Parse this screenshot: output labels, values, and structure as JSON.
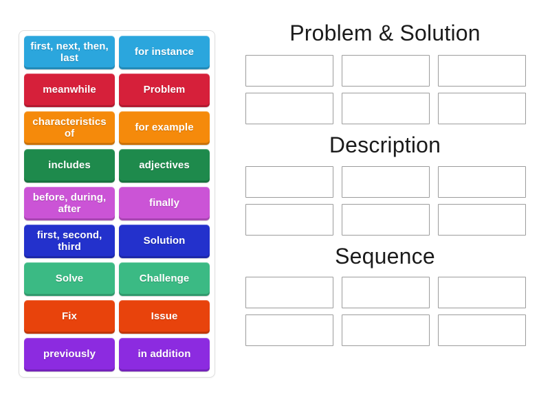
{
  "activity": {
    "type": "group-sort",
    "tile_panel_label": "word tiles"
  },
  "tiles": [
    {
      "label": "first, next, then, last",
      "color": "#2ba6dd",
      "name": "tile-first-next-then-last"
    },
    {
      "label": "for instance",
      "color": "#2ba6dd",
      "name": "tile-for-instance"
    },
    {
      "label": "meanwhile",
      "color": "#d6203a",
      "name": "tile-meanwhile"
    },
    {
      "label": "Problem",
      "color": "#d6203a",
      "name": "tile-problem"
    },
    {
      "label": "characteristics of",
      "color": "#f58a0b",
      "name": "tile-characteristics-of"
    },
    {
      "label": "for example",
      "color": "#f58a0b",
      "name": "tile-for-example"
    },
    {
      "label": "includes",
      "color": "#1e8a4c",
      "name": "tile-includes"
    },
    {
      "label": "adjectives",
      "color": "#1e8a4c",
      "name": "tile-adjectives"
    },
    {
      "label": "before, during, after",
      "color": "#cb54d6",
      "name": "tile-before-during-after"
    },
    {
      "label": "finally",
      "color": "#cb54d6",
      "name": "tile-finally"
    },
    {
      "label": "first, second, third",
      "color": "#2331cc",
      "name": "tile-first-second-third"
    },
    {
      "label": "Solution",
      "color": "#2331cc",
      "name": "tile-solution"
    },
    {
      "label": "Solve",
      "color": "#3bba84",
      "name": "tile-solve"
    },
    {
      "label": "Challenge",
      "color": "#3bba84",
      "name": "tile-challenge"
    },
    {
      "label": "Fix",
      "color": "#e8430c",
      "name": "tile-fix"
    },
    {
      "label": "Issue",
      "color": "#e8430c",
      "name": "tile-issue"
    },
    {
      "label": "previously",
      "color": "#8c2be0",
      "name": "tile-previously"
    },
    {
      "label": "in addition",
      "color": "#8c2be0",
      "name": "tile-in-addition"
    }
  ],
  "categories": [
    {
      "title": "Problem & Solution",
      "slots": 6,
      "name": "category-problem-and-solution"
    },
    {
      "title": "Description",
      "slots": 6,
      "name": "category-description"
    },
    {
      "title": "Sequence",
      "slots": 6,
      "name": "category-sequence"
    }
  ],
  "colors": {
    "panel_border": "#dedede",
    "dropzone_border": "#9b9b9b",
    "background": "#ffffff",
    "title_text": "#1b1b1b",
    "tile_text": "#ffffff"
  }
}
